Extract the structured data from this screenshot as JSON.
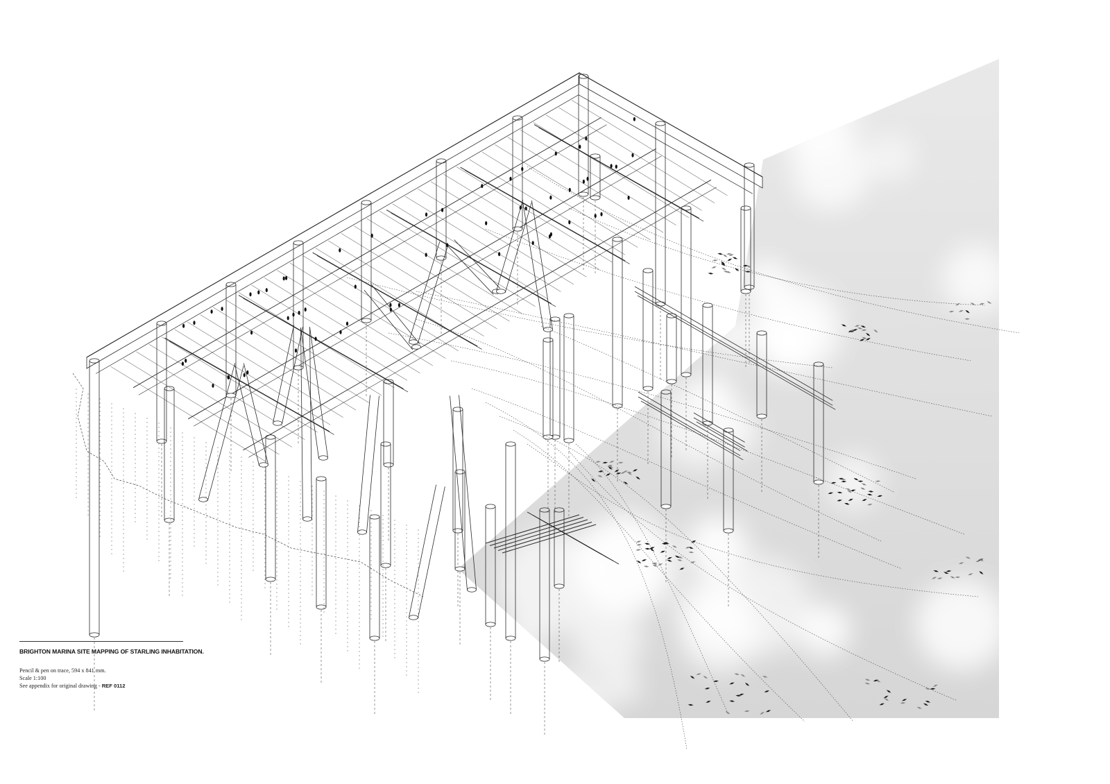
{
  "caption": {
    "title": "BRIGHTON MARINA SITE MAPPING OF STARLING INHABITATION.",
    "medium": "Pencil & pen on trace, 594 x 841 mm.",
    "scale": "Scale 1:100",
    "appendix_note": "See appendix for original drawing - ",
    "reference": "REF 0112"
  },
  "colors": {
    "background": "#ffffff",
    "line": "#2a2a2a",
    "sky": "#dcdcdc",
    "bird": "#1a1a1a"
  },
  "illustration": {
    "subject": "isometric pier structure with starling flight paths",
    "icons": [
      "pier-structure-icon",
      "flight-path-icon",
      "starling-icon",
      "sky-backdrop-icon"
    ]
  }
}
